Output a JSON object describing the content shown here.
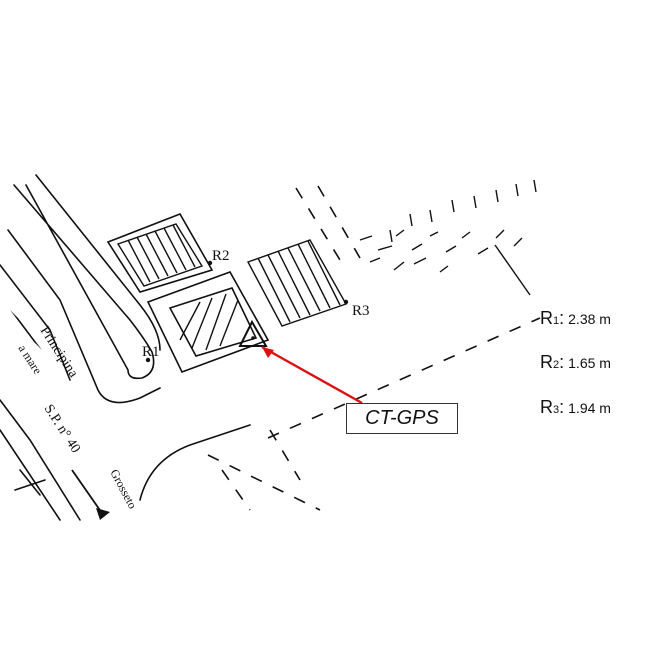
{
  "labels": {
    "r1": "R1",
    "r2": "R2",
    "r3": "R3",
    "road_principina": "Principina",
    "road_a_mare": "a mare",
    "road_sp40": "S.P. n° 40",
    "road_grosseto": "Grosseto",
    "gps_station": "CT-GPS"
  },
  "distances": [
    {
      "ref": "R",
      "sub": "1",
      "sep": ":",
      "value": "2.38 m"
    },
    {
      "ref": "R",
      "sub": "2",
      "sep": ":",
      "value": "1.65 m"
    },
    {
      "ref": "R",
      "sub": "3",
      "sep": ":",
      "value": "1.94 m"
    }
  ],
  "colors": {
    "ink": "#111111",
    "pointer": "#dd1111"
  },
  "icons": {
    "station_marker": "triangle-icon",
    "pointer": "arrow-icon"
  }
}
